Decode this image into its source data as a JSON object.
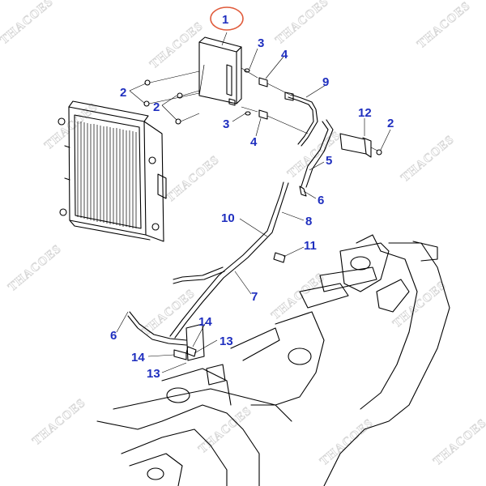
{
  "watermark": "THACOES",
  "highlight_color": "#e05a3a",
  "callout_color": "#1f2fbf",
  "callouts": {
    "c1": "1",
    "c2a": "2",
    "c2b": "2",
    "c2c": "2",
    "c3a": "3",
    "c3b": "3",
    "c4a": "4",
    "c4b": "4",
    "c5": "5",
    "c6a": "6",
    "c6b": "6",
    "c7": "7",
    "c8": "8",
    "c9": "9",
    "c10": "10",
    "c11": "11",
    "c12": "12",
    "c13a": "13",
    "c13b": "13",
    "c14a": "14",
    "c14b": "14"
  }
}
